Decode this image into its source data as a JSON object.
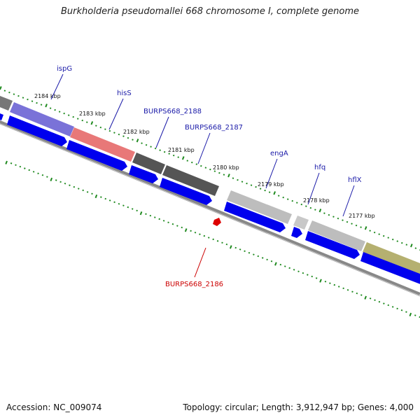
{
  "title": "Burkholderia pseudomallei 668 chromosome I, complete genome",
  "accession": "Accession: NC_009074",
  "summary": "Topology: circular; Length: 3,912,947 bp; Genes: 4,000",
  "ruler_labels": [
    "2184 kbp",
    "2183 kbp",
    "2182 kbp",
    "2181 kbp",
    "2180 kbp",
    "2179 kbp",
    "2178 kbp",
    "2177 kbp"
  ],
  "gene_labels": [
    "ispG",
    "hisS",
    "BURPS668_2188",
    "BURPS668_2187",
    "engA",
    "hfq",
    "hflX",
    "BURPS668_2186"
  ],
  "colors": {
    "cds": "#0000ee",
    "ispG": "#7a72d8",
    "hisS": "#e87878",
    "dark_gene": "#555555",
    "light_gene": "#bdbdbd",
    "olive_gene": "#b5b070",
    "tick": "#1f8a1f",
    "backbone": "#888888",
    "label": "#1a1aa8",
    "highlight": "#dd0000"
  }
}
